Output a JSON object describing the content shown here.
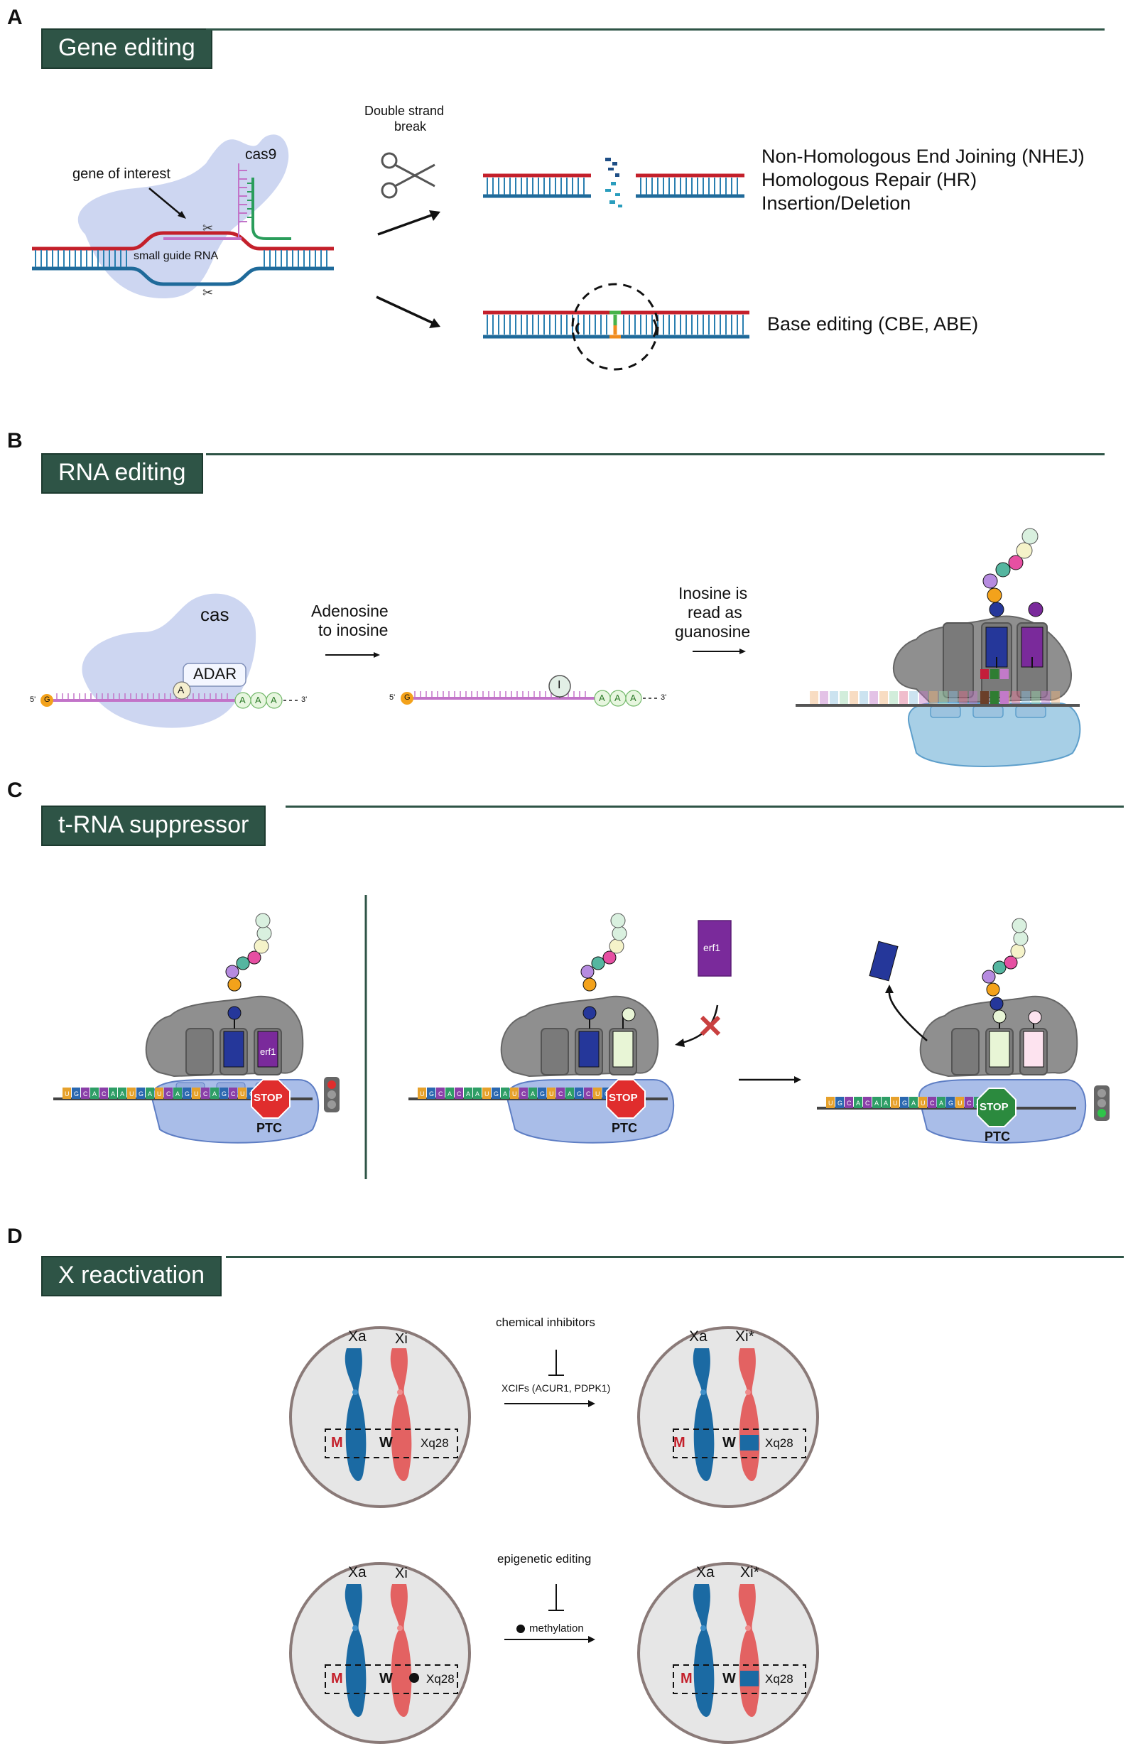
{
  "panels": {
    "a": {
      "letter": "A",
      "title": "Gene editing",
      "dsb_label_line1": "Double strand",
      "dsb_label_line2": "break",
      "gene_of_interest": "gene of interest",
      "cas9": "cas9",
      "guide_rna": "small guide RNA",
      "outcomes": [
        "Non-Homologous End Joining (NHEJ)",
        "Homologous Repair (HR)",
        "Insertion/Deletion"
      ],
      "base_editing": "Base editing (CBE, ABE)"
    },
    "b": {
      "letter": "B",
      "title": "RNA editing",
      "cas": "cas",
      "adar": "ADAR",
      "a_base": "A",
      "i_base": "I",
      "poly_a": [
        "A",
        "A",
        "A"
      ],
      "five_prime": "5'",
      "three_prime": "3'",
      "g_cap": "G",
      "step1_line1": "Adenosine",
      "step1_line2": "to inosine",
      "step2_line1": "Inosine is",
      "step2_line2": "read as",
      "step2_line3": "guanosine"
    },
    "c": {
      "letter": "C",
      "title": "t-RNA suppressor",
      "erf1": "erf1",
      "stop": "STOP",
      "ptc": "PTC",
      "mrna": [
        "U",
        "G",
        "C",
        "A",
        "C",
        "A",
        "A",
        "U",
        "G",
        "A",
        "U",
        "C",
        "A",
        "G",
        "U",
        "C",
        "A",
        "G",
        "C",
        "U",
        "G",
        "A",
        "U"
      ]
    },
    "d": {
      "letter": "D",
      "title": "X reactivation",
      "xa": "Xa",
      "xi": "Xi",
      "xi_star": "Xi*",
      "m": "M",
      "w": "W",
      "xq28": "Xq28",
      "chemical_inhibitors": "chemical inhibitors",
      "xcifs": "XCIFs (ACUR1, PDPK1)",
      "epigenetic_editing": "epigenetic editing",
      "methylation": "methylation"
    }
  },
  "colors": {
    "tag_bg": "#2e5446",
    "dna_red": "#c4202b",
    "dna_blue": "#1f6a9a",
    "rna_pink": "#b05ab5",
    "cas_blob": "#c8d2ef",
    "ribosome_gray": "#8f8f8f",
    "ribosome_blue": "#a9bde8",
    "xa_blue": "#1b6aa3",
    "xi_red": "#e36262",
    "stop_red": "#e02d2d",
    "stop_green": "#2b8a3e"
  }
}
